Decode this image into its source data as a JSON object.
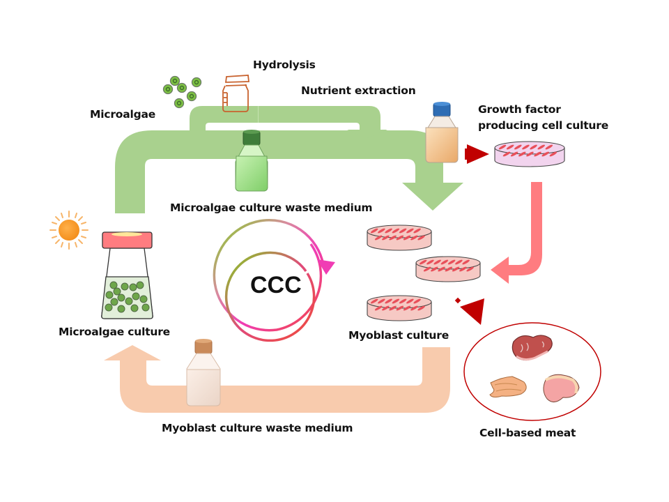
{
  "diagram": {
    "center_label": "CCC",
    "labels": {
      "microalgae": "Microalgae",
      "hydrolysis": "Hydrolysis",
      "nutrient_extraction": "Nutrient extraction",
      "growth_factor_line1": "Growth factor",
      "growth_factor_line2": "producing cell culture",
      "microalgae_waste": "Microalgae culture waste medium",
      "microalgae_culture": "Microalgae culture",
      "myoblast_culture": "Myoblast culture",
      "myoblast_waste": "Myoblast culture waste medium",
      "cell_based_meat": "Cell-based meat"
    },
    "flows": [
      {
        "from": "Microalgae culture",
        "to": "Myoblast culture",
        "via": "Microalgae culture waste medium",
        "color": "#a9d18e"
      },
      {
        "from": "Microalgae",
        "to": "Microalgae culture waste medium",
        "via": "Hydrolysis / Nutrient extraction",
        "color": "#a9d18e"
      },
      {
        "from": "Growth factor producing cell culture",
        "to": "Myoblast culture",
        "color": "#ff7c80"
      },
      {
        "from": "Myoblast culture",
        "to": "Microalgae culture",
        "via": "Myoblast culture waste medium",
        "color": "#f8cbad"
      },
      {
        "from": "Medium bottle",
        "to": "Growth factor producing cell culture",
        "color": "#c00000"
      },
      {
        "from": "Myoblast culture",
        "to": "Cell-based meat",
        "color": "#c00000"
      }
    ],
    "colors": {
      "green_flow": "#a9d18e",
      "pink_flow": "#ff7c80",
      "peach_flow": "#f8cbad",
      "dark_red_arrow": "#c00000",
      "cycle_green": "#7ed321",
      "cycle_magenta": "#f03cb4",
      "cycle_red": "#f04a3a"
    }
  }
}
